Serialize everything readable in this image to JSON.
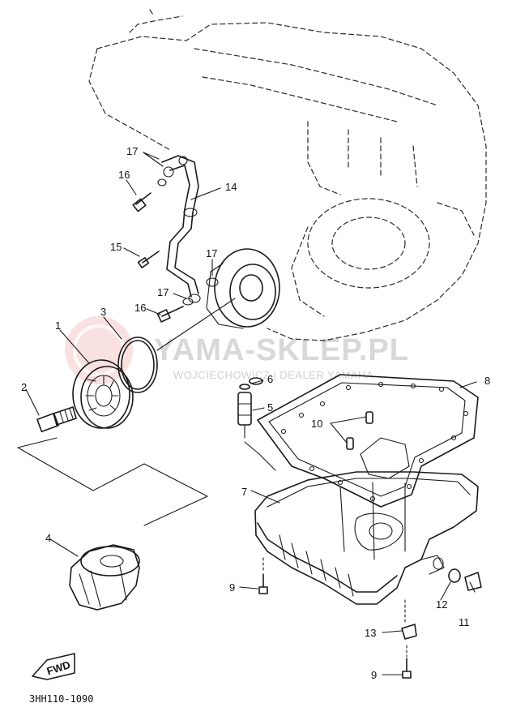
{
  "diagram": {
    "part_numbers": {
      "p1": "1",
      "p2": "2",
      "p3": "3",
      "p4": "4",
      "p5": "5",
      "p6": "6",
      "p7": "7",
      "p8": "8",
      "p9a": "9",
      "p9b": "9",
      "p10": "10",
      "p12": "12",
      "p13": "13",
      "p14": "14",
      "p15": "15",
      "p16a": "16",
      "p16b": "16",
      "p17a": "17",
      "p17b": "17",
      "p17c": "17",
      "p11": "11"
    },
    "fwd_label": "FWD",
    "diagram_code": "3HH110-1090"
  },
  "watermark": {
    "title": "YAMA-SKLEP.PL",
    "subtitle": "WOJCIECHOWICZ | DEALER YAMAHA"
  },
  "colors": {
    "line": "#1a1a1a",
    "watermark": "#d8d8d8",
    "watermark_logo": "#f2c6c6"
  }
}
